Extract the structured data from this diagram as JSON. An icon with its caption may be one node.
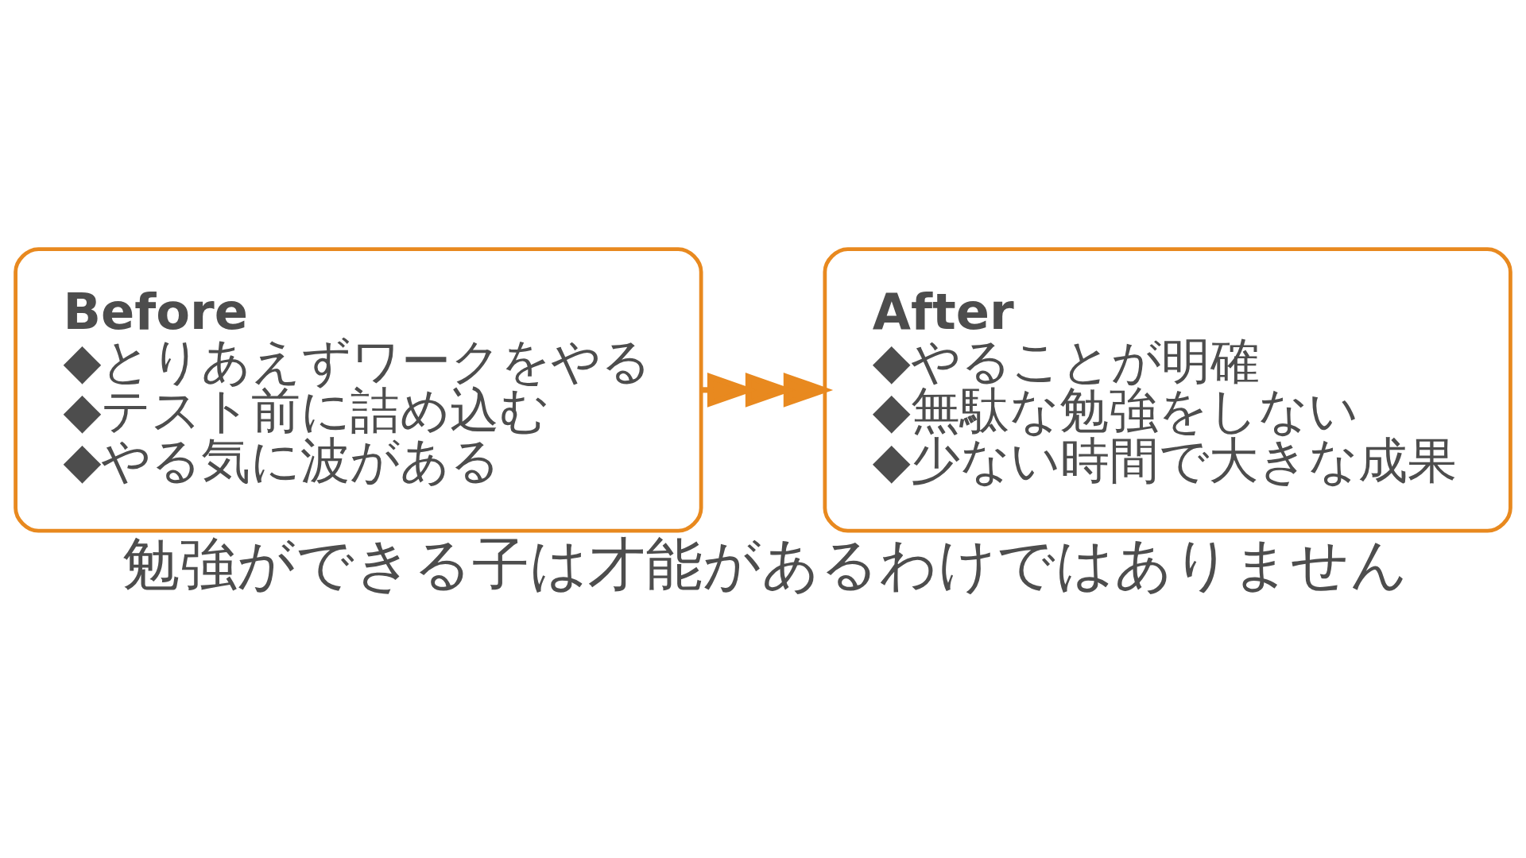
{
  "diagram": {
    "caption": "勉強ができる子は才能があるわけではありません",
    "nodes": [
      {
        "text": [
          "Before",
          "◆とりあえずワークをやる",
          "◆テスト前に詰め込む",
          "◆やる気に波がある"
        ]
      },
      {
        "text": [
          "After",
          "◆やることが明確",
          "◆無駄な勉強をしない",
          "◆少ない時間で大きな成果"
        ]
      }
    ],
    "edges": [
      {
        "from": 0,
        "to": 1,
        "arrow": "to"
      }
    ]
  }
}
